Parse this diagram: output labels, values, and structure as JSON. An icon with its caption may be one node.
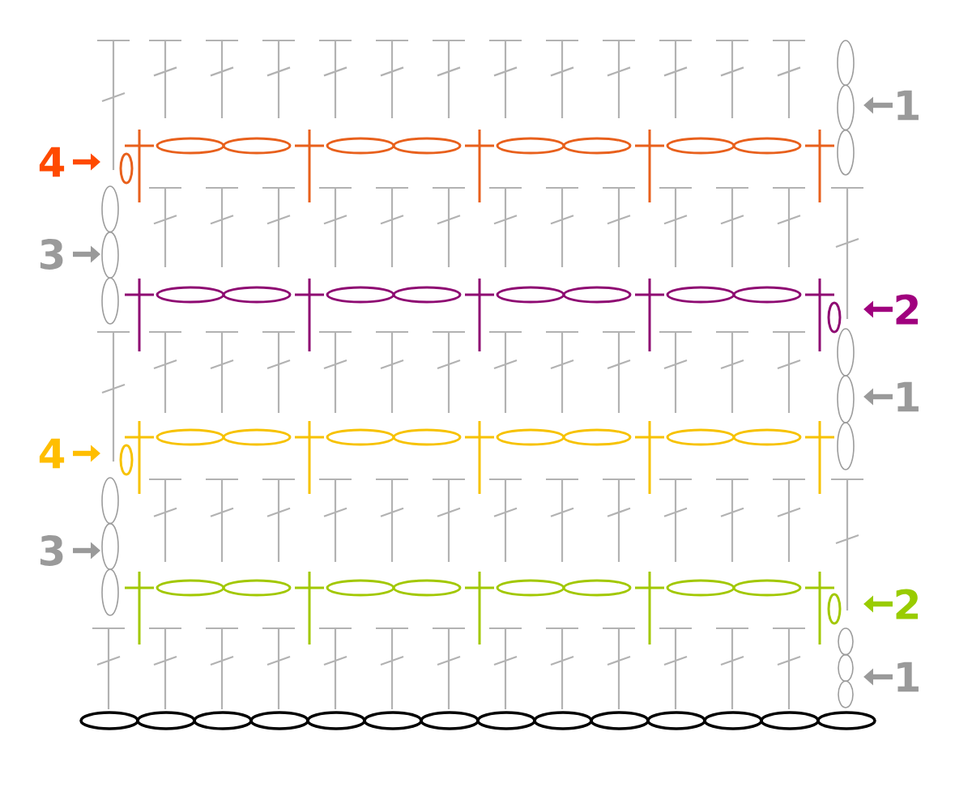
{
  "diagram": {
    "labels": [
      "1",
      "4",
      "3",
      "2",
      "1",
      "4",
      "3",
      "2",
      "1"
    ]
  }
}
